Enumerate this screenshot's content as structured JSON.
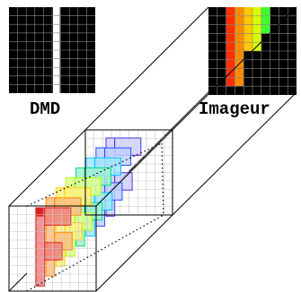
{
  "labels": {
    "dmd": "DMD",
    "imager": "Imageur"
  },
  "dmd": {
    "rows": 10,
    "cols": 10,
    "on_column": 5
  },
  "imager": {
    "rows": 10,
    "cols": 10,
    "cells": [
      [
        0,
        2,
        "#ff3000"
      ],
      [
        1,
        2,
        "#ff3000"
      ],
      [
        2,
        2,
        "#ff3000"
      ],
      [
        3,
        2,
        "#ff3000"
      ],
      [
        4,
        2,
        "#ff3000"
      ],
      [
        5,
        2,
        "#ff3000"
      ],
      [
        6,
        2,
        "#ff3000"
      ],
      [
        7,
        2,
        "#ff3000"
      ],
      [
        8,
        2,
        "#ff3000"
      ],
      [
        0,
        3,
        "#ff8c00"
      ],
      [
        1,
        3,
        "#ff8c00"
      ],
      [
        2,
        3,
        "#ff8c00"
      ],
      [
        3,
        3,
        "#ff8c00"
      ],
      [
        4,
        3,
        "#ff8c00"
      ],
      [
        5,
        3,
        "#ff8c00"
      ],
      [
        6,
        3,
        "#ff8c00"
      ],
      [
        7,
        3,
        "#ff8c00"
      ],
      [
        8,
        3,
        "#ff8c00"
      ],
      [
        0,
        4,
        "#ffc800"
      ],
      [
        1,
        4,
        "#ffc800"
      ],
      [
        2,
        4,
        "#ffc800"
      ],
      [
        3,
        4,
        "#ffc800"
      ],
      [
        4,
        4,
        "#ffc800"
      ],
      [
        0,
        5,
        "#d8ff00"
      ],
      [
        1,
        5,
        "#d8ff00"
      ],
      [
        2,
        5,
        "#d8ff00"
      ],
      [
        3,
        5,
        "#d8ff00"
      ],
      [
        4,
        5,
        "#d8ff00"
      ],
      [
        0,
        6,
        "#40ff30"
      ],
      [
        1,
        6,
        "#40ff30"
      ],
      [
        2,
        6,
        "#40ff30"
      ]
    ]
  },
  "cube_slices": [
    {
      "color": "#e02020",
      "fill": "#f08080"
    },
    {
      "color": "#ff8800",
      "fill": "#ffc080"
    },
    {
      "color": "#ffd000",
      "fill": "#fff080"
    },
    {
      "color": "#b0ff00",
      "fill": "#e0ff90"
    },
    {
      "color": "#00e080",
      "fill": "#a0f0d0"
    },
    {
      "color": "#00c8ff",
      "fill": "#a0e8ff"
    },
    {
      "color": "#3050ff",
      "fill": "#c0d0ff"
    },
    {
      "color": "#5030e0",
      "fill": "#d0d0f8"
    }
  ]
}
